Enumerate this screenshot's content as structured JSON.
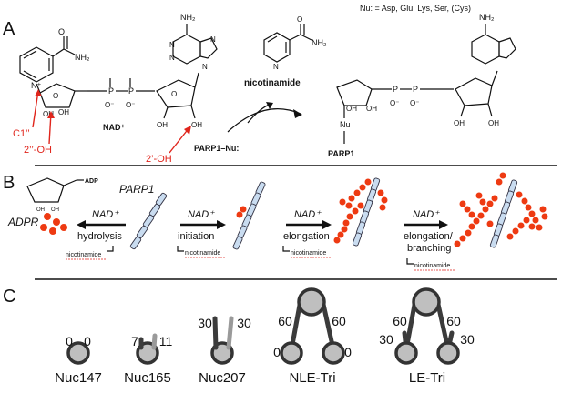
{
  "panel_a": {
    "label": "A",
    "nu_note": "Nu: = Asp, Glu, Lys, Ser, (Cys)",
    "nh2_top": "NH₂",
    "nh2_adenine": "NH₂",
    "nh2_nicotinamide": "NH₂",
    "nh2_adenine_product": "NH₂",
    "nad_label": "NAD⁺",
    "nicotinamide_label": "nicotinamide",
    "parp1_nu": "PARP1–Nu:",
    "c1_label": "C1’’",
    "oh2pp_label": "2’’-OH",
    "oh2p_label": "2’-OH",
    "nu_label": "Nu",
    "parp1_product": "PARP1",
    "o_labels": [
      "O",
      "O",
      "O",
      "O"
    ],
    "p_labels": [
      "P",
      "P"
    ],
    "ominus": "O⁻",
    "oh": "OH",
    "n_label": "N",
    "nplus": "N⁺"
  },
  "panel_b": {
    "label": "B",
    "adp": "ADP",
    "adpr": "ADPR",
    "parp1": "PARP1",
    "nad": "NAD⁺",
    "steps": [
      {
        "name": "hydrolysis",
        "byproduct": "nicotinamide"
      },
      {
        "name": "initiation",
        "byproduct": "nicotinamide"
      },
      {
        "name": "elongation",
        "byproduct": "nicotinamide"
      },
      {
        "name_line1": "elongation/",
        "name_line2": "branching",
        "byproduct": "nicotinamide"
      }
    ]
  },
  "panel_c": {
    "label": "C",
    "items": [
      {
        "name": "Nuc147",
        "left": "0",
        "right": "0"
      },
      {
        "name": "Nuc165",
        "left": "7",
        "right": "11"
      },
      {
        "name": "Nuc207",
        "left": "30",
        "right": "30"
      },
      {
        "name": "NLE-Tri",
        "left_top": "60",
        "right_top": "60",
        "left_bottom": "0",
        "right_bottom": "0"
      },
      {
        "name": "LE-Tri",
        "left_top": "60",
        "right_top": "60",
        "left_bottom": "30",
        "right_bottom": "30"
      }
    ]
  }
}
